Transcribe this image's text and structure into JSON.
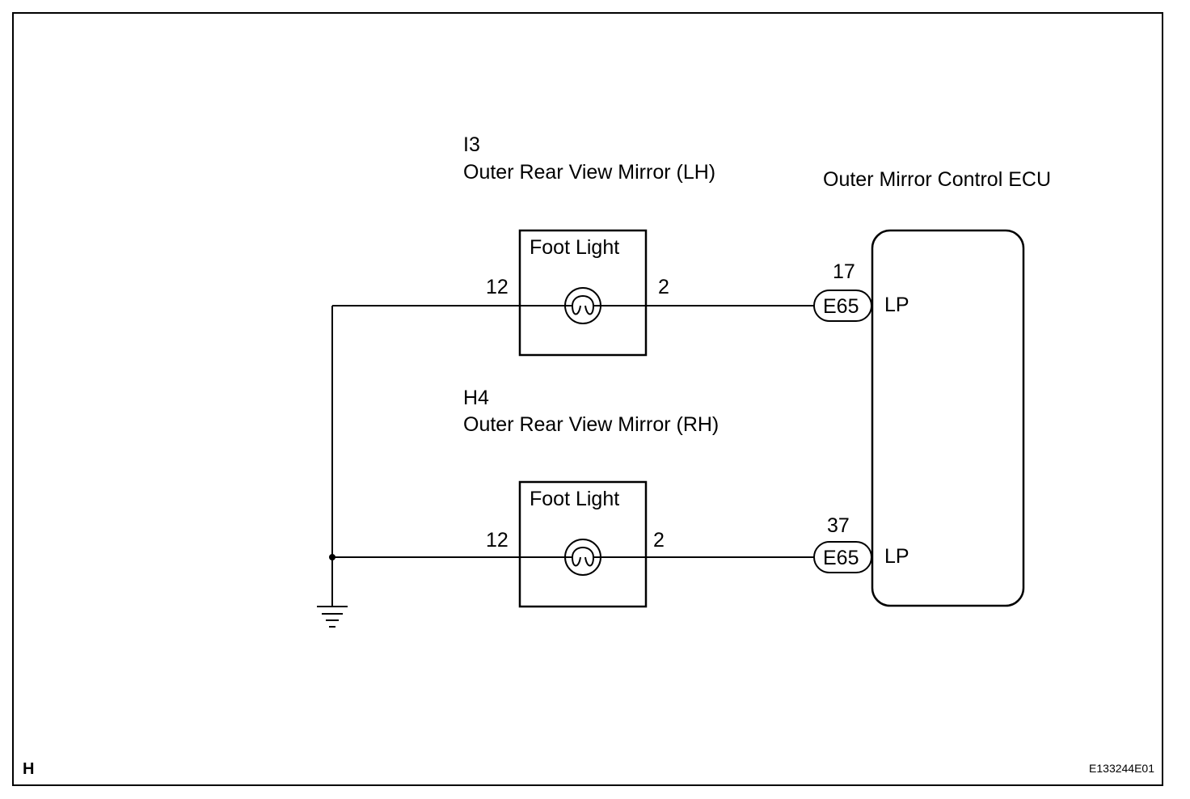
{
  "diagram_id": "E133244E01",
  "page_letter": "H",
  "mirror_lh": {
    "code": "I3",
    "name": "Outer Rear View Mirror (LH)",
    "component": "Foot Light",
    "pin_left": "12",
    "pin_right": "2"
  },
  "mirror_rh": {
    "code": "H4",
    "name": "Outer Rear View Mirror (RH)",
    "component": "Foot Light",
    "pin_left": "12",
    "pin_right": "2"
  },
  "ecu": {
    "name": "Outer Mirror Control ECU",
    "connector_top": {
      "pin": "17",
      "connector": "E65",
      "terminal": "LP"
    },
    "connector_bottom": {
      "pin": "37",
      "connector": "E65",
      "terminal": "LP"
    }
  }
}
